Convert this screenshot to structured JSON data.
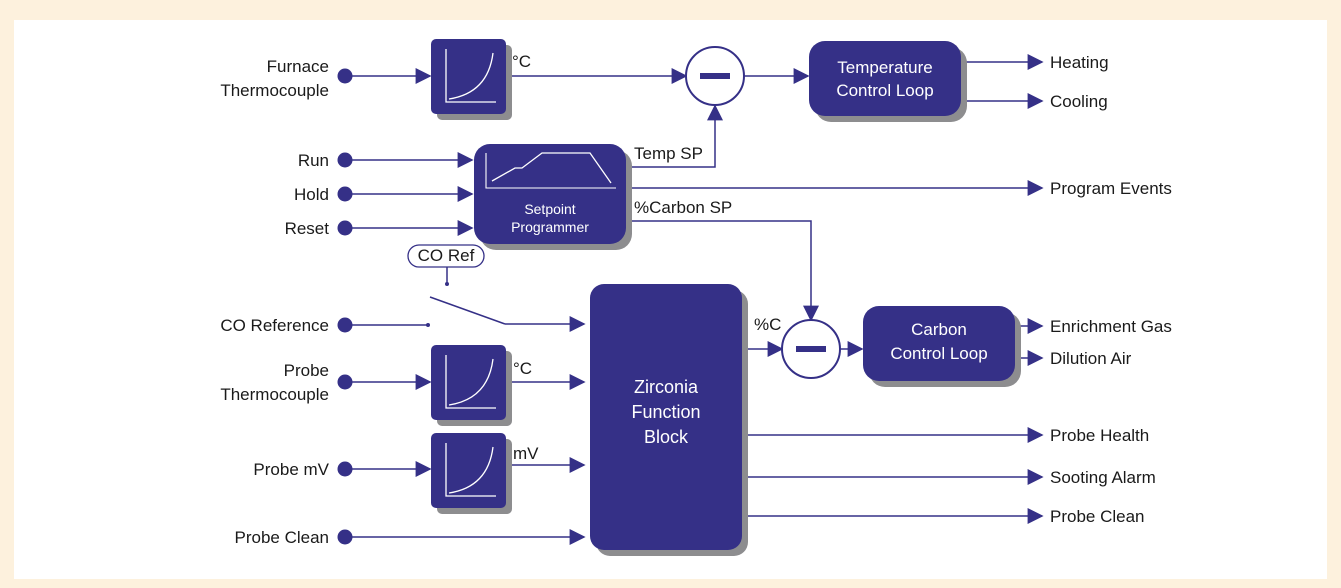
{
  "colors": {
    "block": "#353087",
    "shadow": "#8d8d8f",
    "line": "#353087",
    "background": "#fdf1dd",
    "panel": "#ffffff"
  },
  "icons": {
    "input_dot": "filled-circle",
    "arrow": "filled-triangle",
    "summing_junction": "minus-in-circle",
    "linearizer": "curve-in-box",
    "profile": "ramp-dwell-profile"
  },
  "inputs": {
    "furnace_tc": [
      "Furnace",
      "Thermocouple"
    ],
    "run": "Run",
    "hold": "Hold",
    "reset": "Reset",
    "co_reference": "CO Reference",
    "probe_tc": [
      "Probe",
      "Thermocouple"
    ],
    "probe_mv": "Probe mV",
    "probe_clean": "Probe Clean"
  },
  "signals": {
    "furnace_c": "°C",
    "temp_sp": "Temp SP",
    "carbon_sp": "%Carbon SP",
    "co_ref": "CO Ref",
    "probe_c": "°C",
    "mv": "mV",
    "percent_c": "%C"
  },
  "blocks": {
    "temperature_loop": [
      "Temperature",
      "Control Loop"
    ],
    "setpoint_programmer": [
      "Setpoint",
      "Programmer"
    ],
    "carbon_loop": [
      "Carbon",
      "Control Loop"
    ],
    "zirconia": [
      "Zirconia",
      "Function",
      "Block"
    ]
  },
  "outputs": {
    "heating": "Heating",
    "cooling": "Cooling",
    "program_events": "Program Events",
    "enrichment_gas": "Enrichment Gas",
    "dilution_air": "Dilution Air",
    "probe_health": "Probe Health",
    "sooting_alarm": "Sooting Alarm",
    "probe_clean": "Probe Clean"
  }
}
